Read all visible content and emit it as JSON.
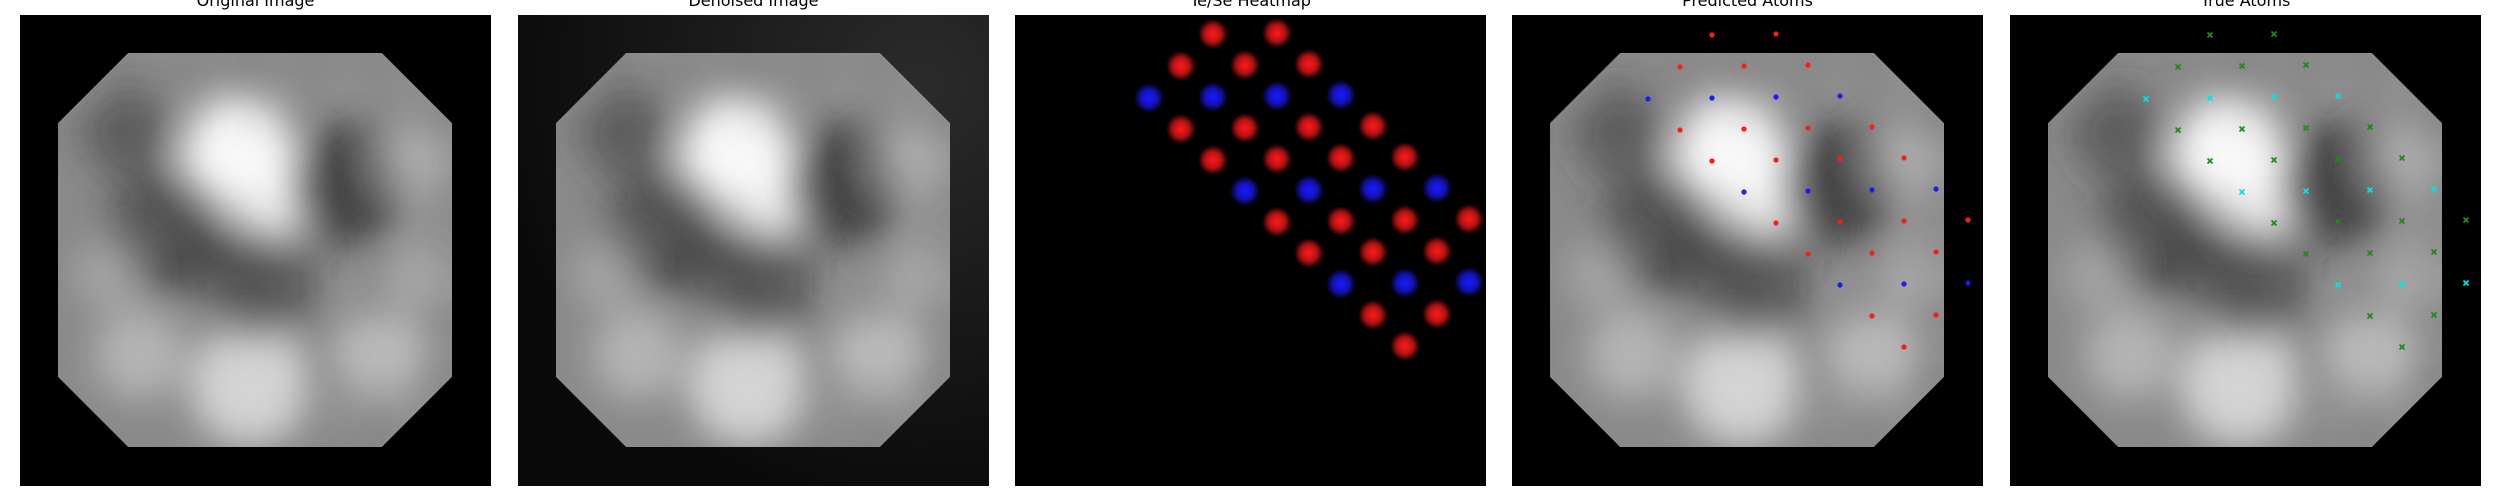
{
  "figure": {
    "panels": [
      {
        "id": "original",
        "title": "Original Image"
      },
      {
        "id": "denoised",
        "title": "Denoised Image"
      },
      {
        "id": "heatmap",
        "title": "Te/Se Heatmap"
      },
      {
        "id": "predicted",
        "title": "Predicted Atoms"
      },
      {
        "id": "true",
        "title": "True Atoms"
      }
    ],
    "colors": {
      "background": "#000000",
      "te_red": "#ff1a1a",
      "se_blue": "#1a1aff",
      "true_cyan": "#00e5e5",
      "true_green": "#1a8c1a"
    }
  }
}
